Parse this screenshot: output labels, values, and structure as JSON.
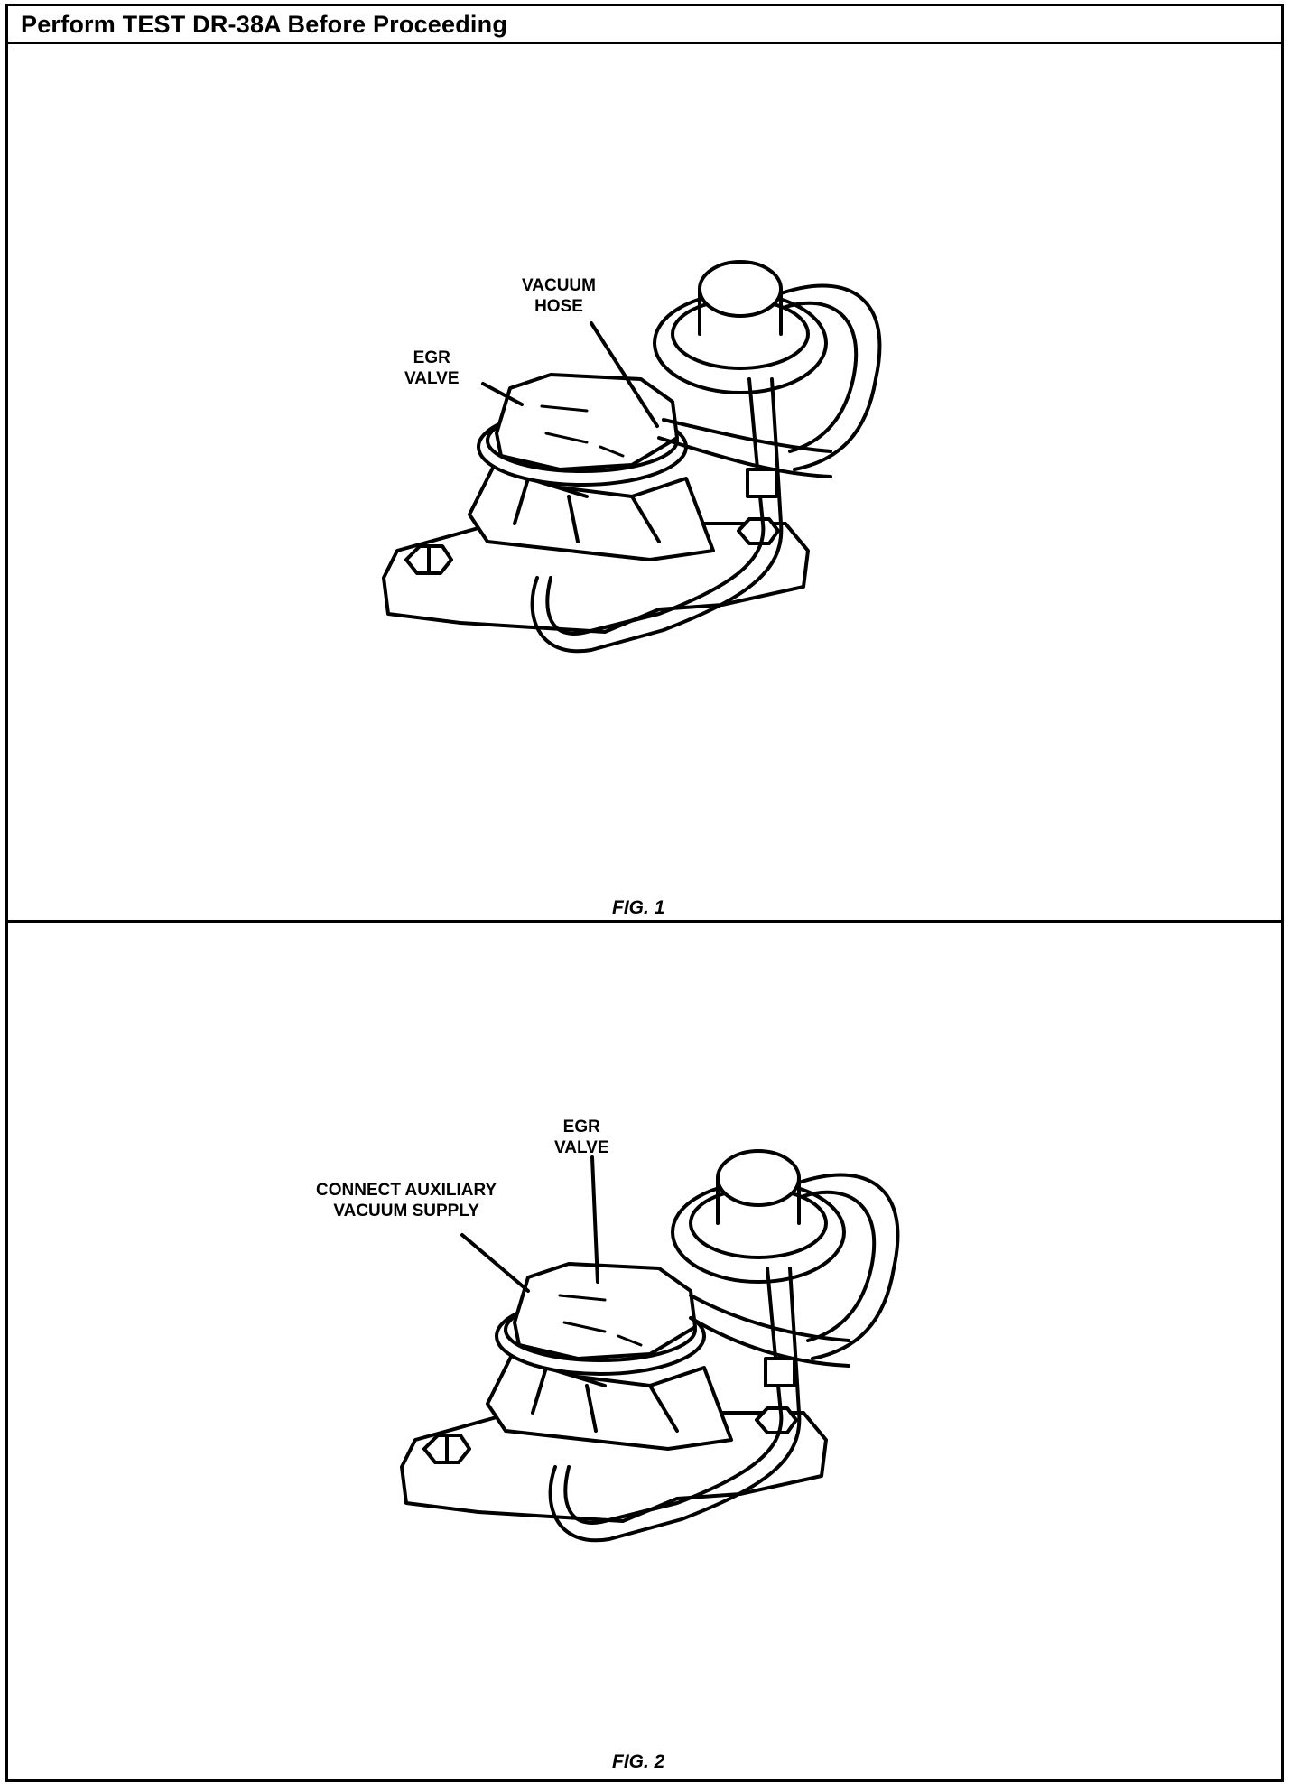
{
  "header": {
    "title": "Perform TEST DR-38A Before Proceeding"
  },
  "figure1": {
    "caption": "FIG. 1",
    "labels": {
      "vacuum_hose": "VACUUM\nHOSE",
      "egr_valve": "EGR\nVALVE"
    }
  },
  "figure2": {
    "caption": "FIG. 2",
    "labels": {
      "egr_valve": "EGR\nVALVE",
      "aux_supply": "CONNECT AUXILIARY\nVACUUM SUPPLY"
    }
  }
}
